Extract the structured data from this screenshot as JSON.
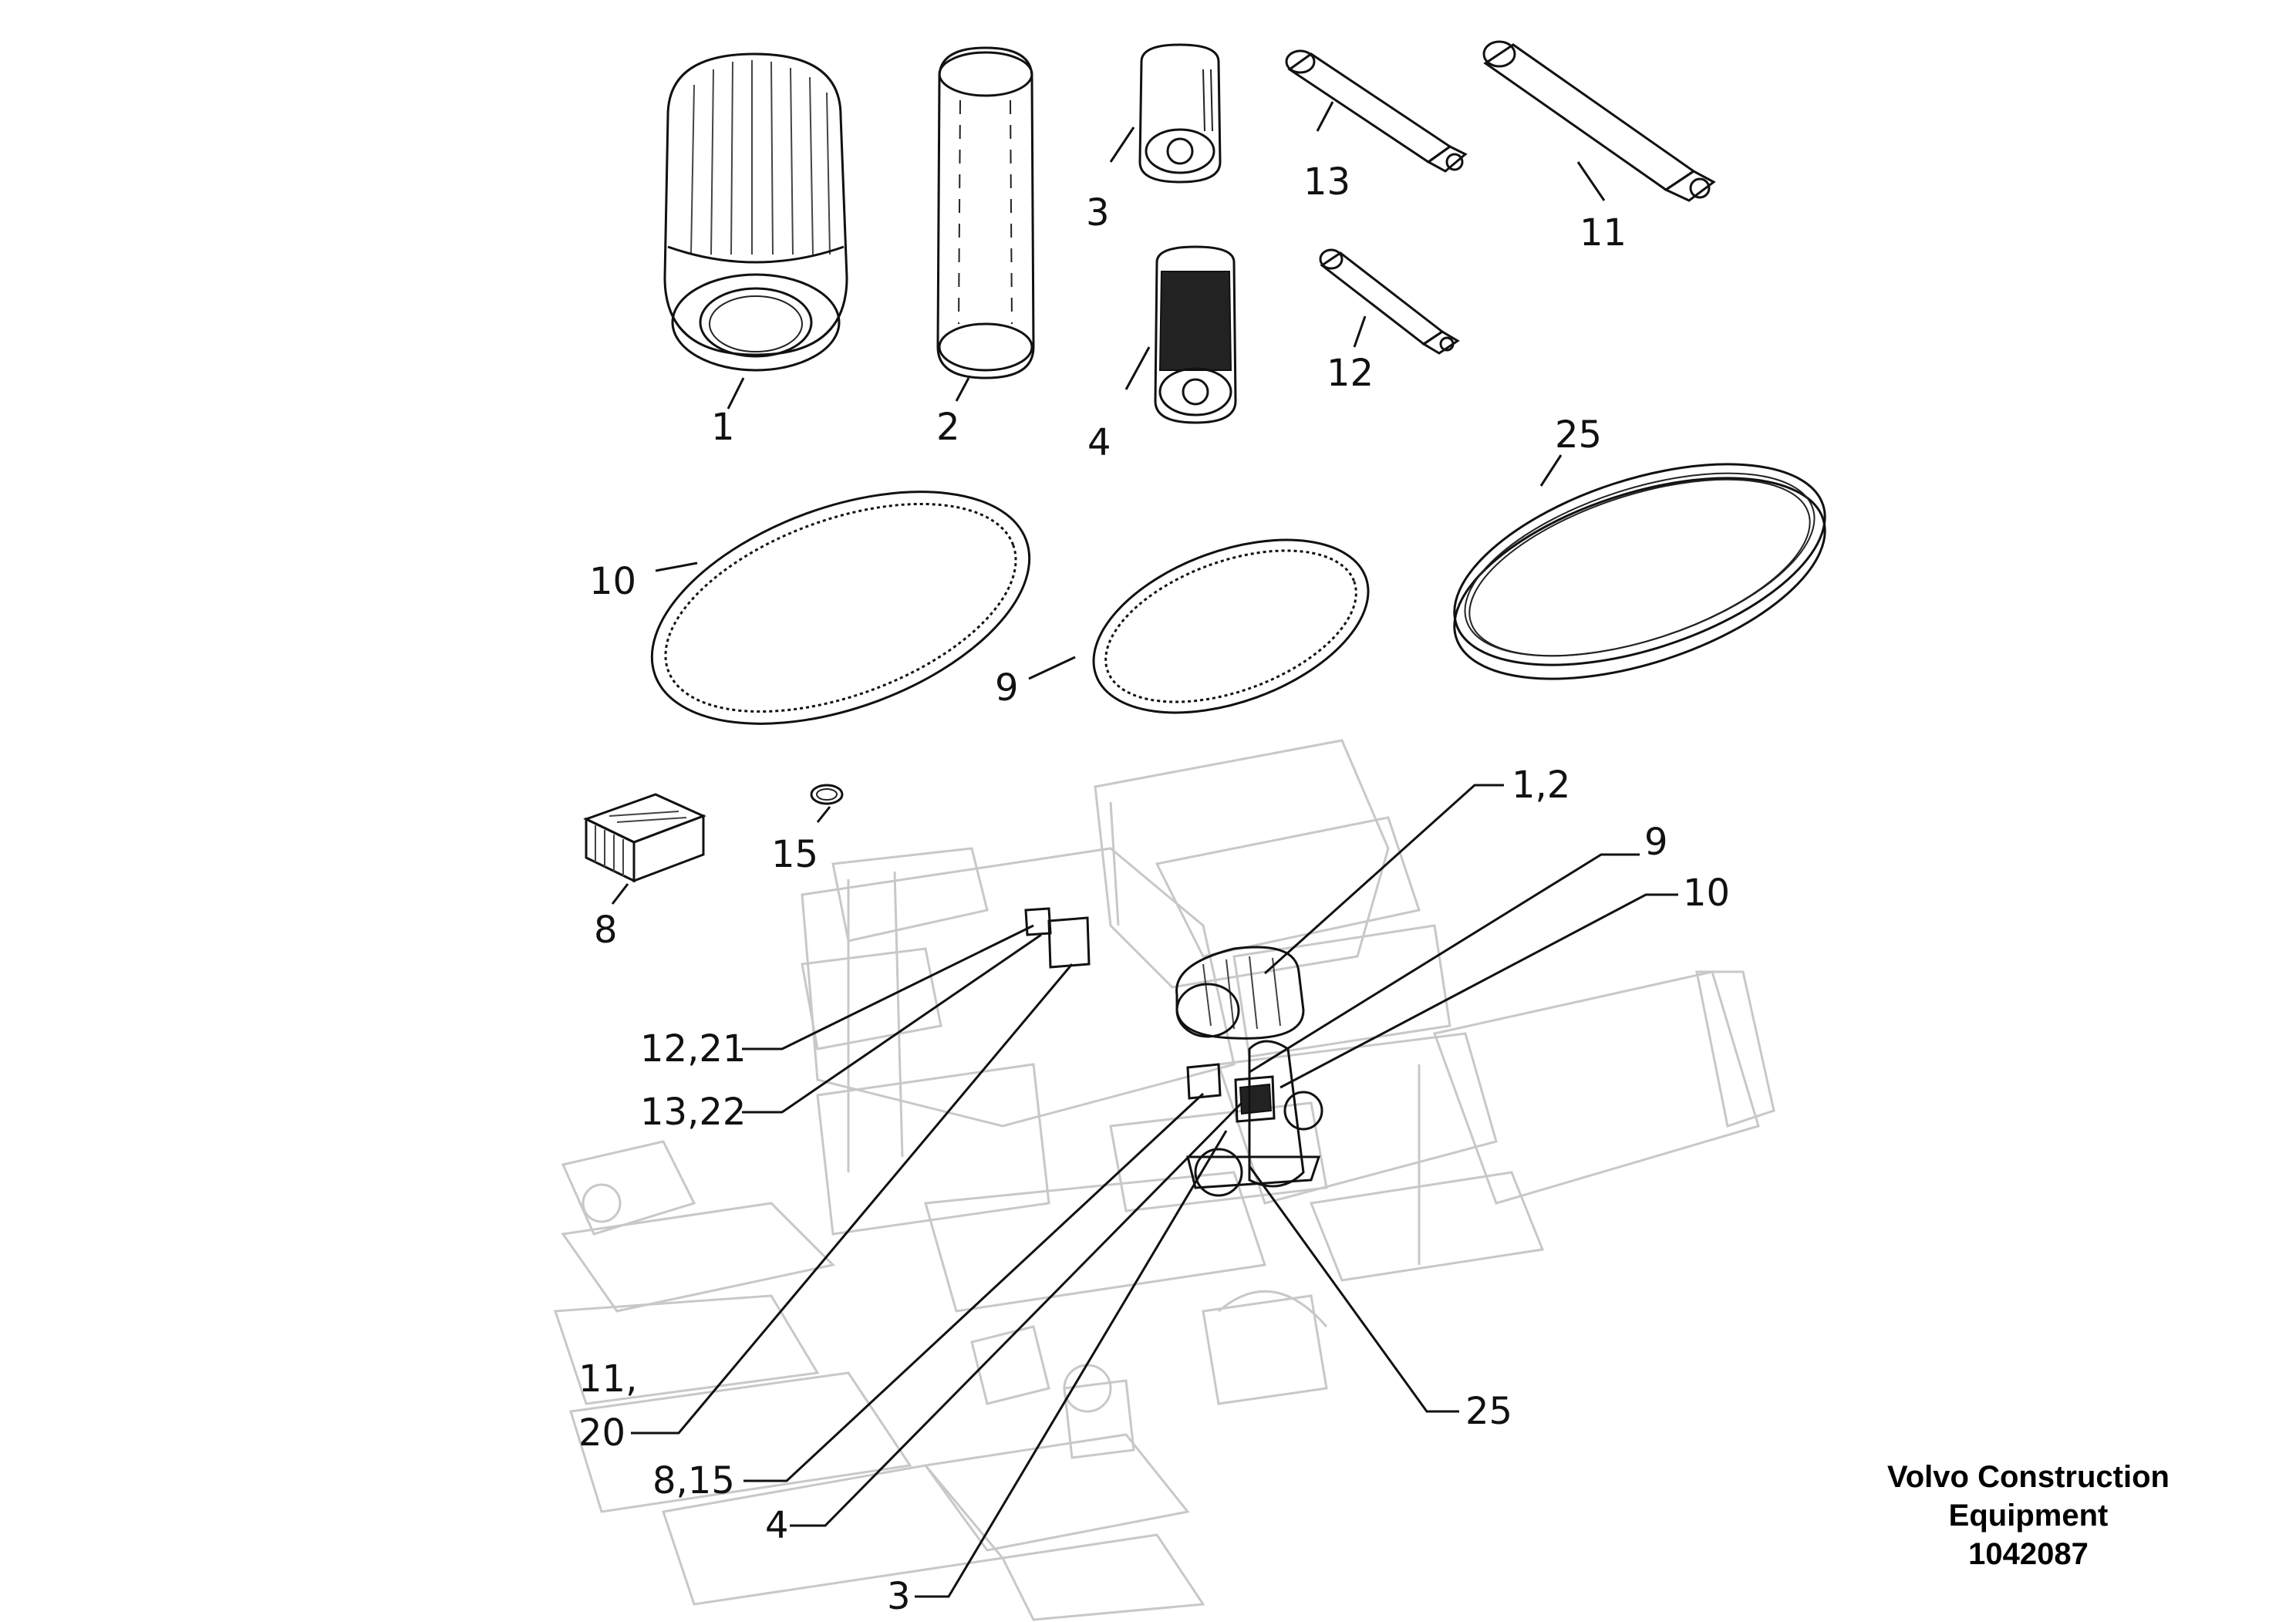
{
  "callouts": {
    "c1": "1",
    "c2": "2",
    "c3": "3",
    "c4": "4",
    "c13": "13",
    "c11": "11",
    "c12": "12",
    "c25": "25",
    "c10": "10",
    "c9": "9",
    "c15": "15",
    "c8": "8"
  },
  "assembly_callouts": {
    "a12": "1,2",
    "a9": "9",
    "a10": "10",
    "a1221": "12,21",
    "a1322": "13,22",
    "a11_line1": "11,",
    "a11_line2": "20",
    "a815": "8,15",
    "a4": "4",
    "a3": "3",
    "a25": "25"
  },
  "publisher": {
    "line1": "Volvo Construction",
    "line2": "Equipment",
    "drawing_number": "1042087"
  }
}
